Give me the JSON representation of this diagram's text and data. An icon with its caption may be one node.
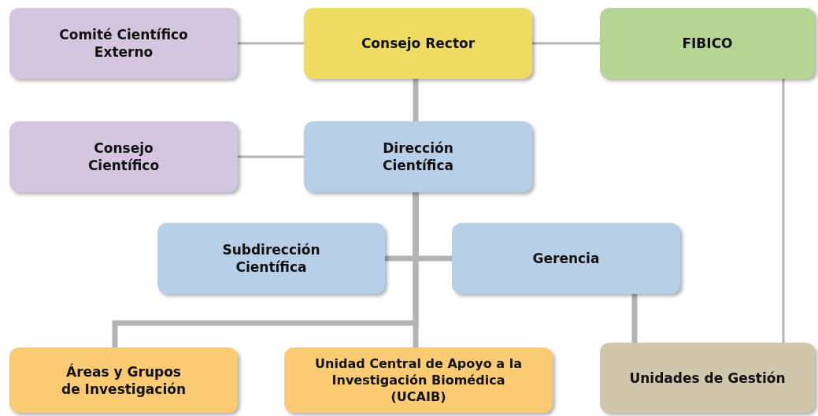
{
  "diagram": {
    "nodes": [
      {
        "text": [
          "Comité Científico Externo"
        ]
      },
      {
        "text": [
          "Consejo Rector"
        ]
      },
      {
        "text": [
          "FIBICO"
        ]
      },
      {
        "text": [
          "Consejo Científico"
        ]
      },
      {
        "text": [
          "Dirección Científica"
        ]
      },
      {
        "text": [
          "Subdirección Científica"
        ]
      },
      {
        "text": [
          "Gerencia"
        ]
      },
      {
        "text": [
          "Áreas y Grupos de Investigación"
        ]
      },
      {
        "text": [
          "Unidad Central de Apoyo a la Investigación Biomédica (UCAIB)"
        ]
      },
      {
        "text": [
          "Unidades de Gestión"
        ]
      }
    ],
    "edges": [
      {
        "from": 0,
        "to": 1,
        "arrow": "none"
      },
      {
        "from": 1,
        "to": 2,
        "arrow": "none"
      },
      {
        "from": 1,
        "to": 4,
        "arrow": "none"
      },
      {
        "from": 3,
        "to": 4,
        "arrow": "none"
      },
      {
        "from": 4,
        "to": 5,
        "arrow": "none"
      },
      {
        "from": 4,
        "to": 6,
        "arrow": "none"
      },
      {
        "from": 4,
        "to": 7,
        "arrow": "none"
      },
      {
        "from": 4,
        "to": 8,
        "arrow": "none"
      },
      {
        "from": 6,
        "to": 9,
        "arrow": "none"
      },
      {
        "from": 2,
        "to": 9,
        "arrow": "none"
      }
    ]
  }
}
